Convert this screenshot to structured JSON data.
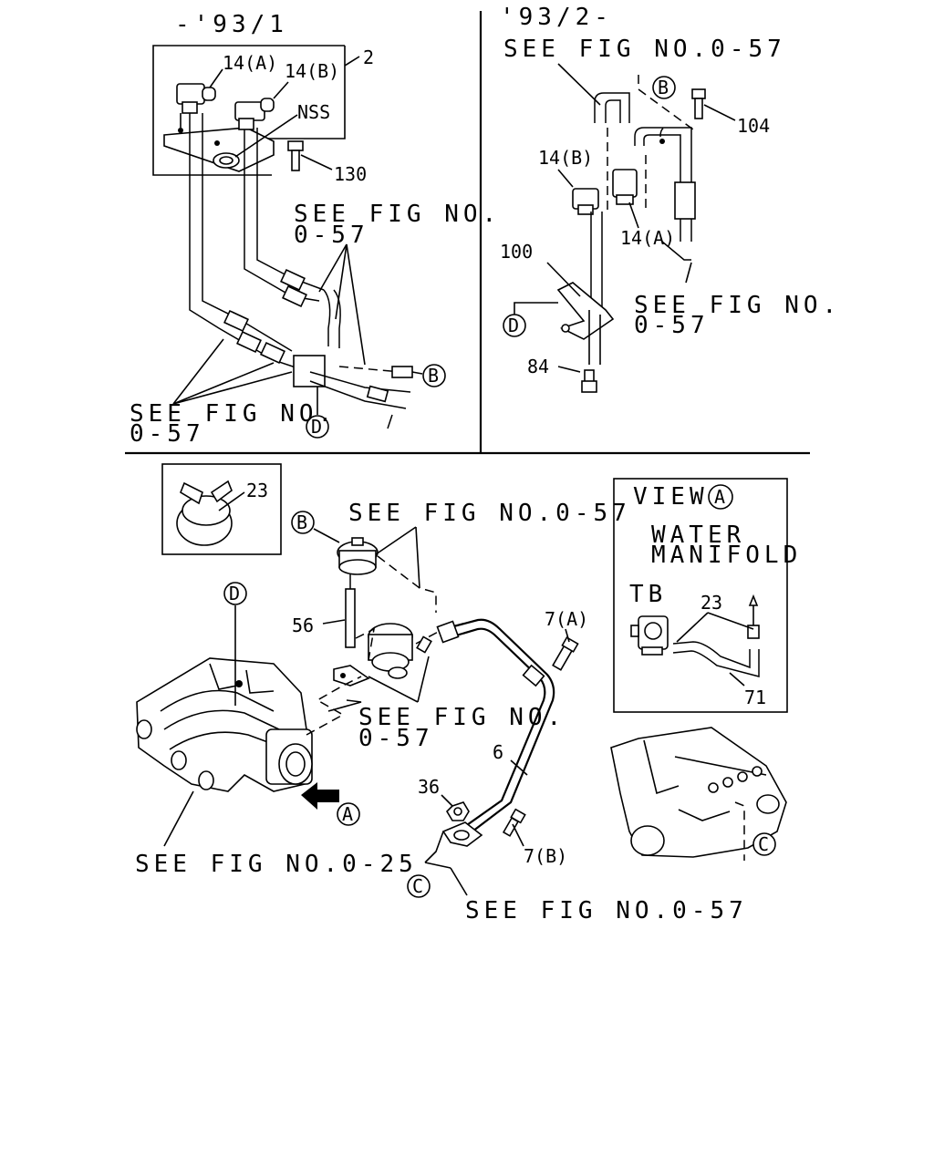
{
  "headers": {
    "top_left": "-'93/1",
    "top_right": "'93/2-"
  },
  "refs": {
    "see_0_57": "SEE FIG NO.0-57",
    "see_fig_no": "SEE FIG NO.",
    "fig_0_57": "0-57",
    "see_0_25": "SEE FIG NO.0-25"
  },
  "view_a": {
    "title": "VIEW",
    "circle_letter": "A",
    "line1": "WATER",
    "line2": "MANIFOLD",
    "tb": "TB"
  },
  "callouts": {
    "c2": "2",
    "c14a": "14(A)",
    "c14b": "14(B)",
    "nss": "NSS",
    "c130": "130",
    "c104": "104",
    "c100": "100",
    "c84": "84",
    "c23": "23",
    "c56": "56",
    "c7a": "7(A)",
    "c6": "6",
    "c36": "36",
    "c7b": "7(B)",
    "c71": "71"
  },
  "circle_letters": {
    "a": "A",
    "b": "B",
    "c": "C",
    "d": "D"
  },
  "icons": [
    "arrow-a-icon",
    "pointer-arrow-icon"
  ]
}
